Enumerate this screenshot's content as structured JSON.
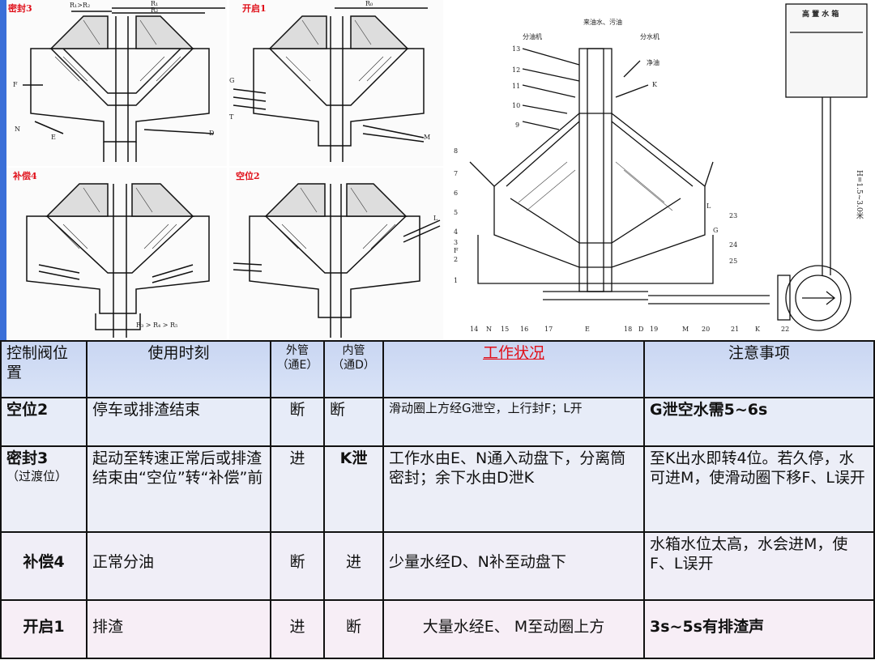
{
  "figures": {
    "panel_labels": [
      "密封3",
      "开启1",
      "补偿4",
      "空位2"
    ],
    "annotations": {
      "r1_r2": "R₁>R₂",
      "r1": "R₁",
      "r2": "R₂",
      "r0": "R₀",
      "r3_r4_r5": "R₃ > R₄ > R₅",
      "letters": [
        "F",
        "N",
        "E",
        "D",
        "G",
        "T",
        "M",
        "L"
      ],
      "tank": "高 置 水 箱",
      "height": "H=1.5~3.0米",
      "top_left_label": "分油机",
      "top_center_label": "来油水、污油",
      "top_right_label": "分水机",
      "jet_label": "净油",
      "right_letters": [
        "K",
        "L",
        "G"
      ],
      "left_numbers": [
        "13",
        "12",
        "11",
        "10",
        "9",
        "8",
        "7",
        "6",
        "5",
        "4",
        "3",
        "F",
        "2",
        "1"
      ],
      "right_numbers": [
        "23",
        "24",
        "25"
      ],
      "bottom_numbers": [
        "14",
        "N",
        "15",
        "16",
        "17",
        "E",
        "18",
        "D",
        "19",
        "M",
        "20",
        "21",
        "K",
        "22"
      ]
    }
  },
  "table": {
    "headers": {
      "pos": "控制阀位置",
      "time": "使用时刻",
      "outer": "外管",
      "outer_sub": "（通E）",
      "inner": "内管",
      "inner_sub": "（通D）",
      "status": "工作状况",
      "notes": "注意事项"
    },
    "rows": [
      {
        "pos": "空位2",
        "pos_sub": "",
        "time": "停车或排渣结束",
        "outer": "断",
        "inner": "断",
        "status": "滑动圈上方经G泄空，上行封F；L开",
        "notes": "G泄空水需5~6s"
      },
      {
        "pos": "密封3",
        "pos_sub": "（过渡位）",
        "time": "起动至转速正常后或排渣结束由“空位”转“补偿”前",
        "outer": "进",
        "inner": "K泄",
        "status": "工作水由E、N通入动盘下，分离筒密封；余下水由D泄K",
        "notes": "至K出水即转4位。若久停，水可进M，使滑动圈下移F、L误开"
      },
      {
        "pos": "补偿4",
        "pos_sub": "",
        "time": "正常分油",
        "outer": "断",
        "inner": "进",
        "status": "少量水经D、N补至动盘下",
        "notes": "水箱水位太高，水会进M，使F、L误开"
      },
      {
        "pos": "开启1",
        "pos_sub": "",
        "time": "排渣",
        "outer": "进",
        "inner": "断",
        "status": "大量水经E、 M至动圈上方",
        "notes": "3s~5s有排渣声"
      }
    ]
  }
}
